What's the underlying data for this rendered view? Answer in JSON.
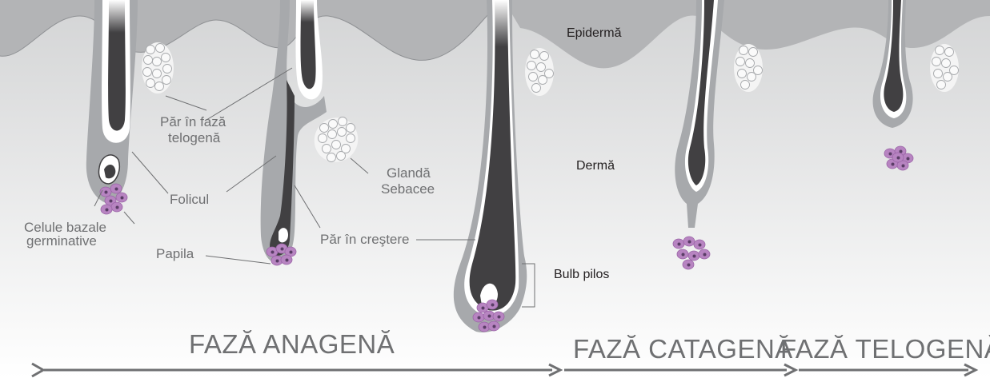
{
  "labels": {
    "epiderma": "Epidermă",
    "derma": "Dermă",
    "par_telogena_line1": "Păr în fază",
    "par_telogena_line2": "telogenă",
    "glanda_line1": "Glandă",
    "glanda_line2": "Sebacee",
    "folicul": "Folicul",
    "celule_line1": "Celule bazale",
    "celule_line2": "germinative",
    "papila": "Papila",
    "par_crestere": "Păr în creştere",
    "bulb_pilos": "Bulb pilos"
  },
  "phases": {
    "anagena": "FAZĂ ANAGENĂ",
    "catagena": "FAZĂ CATAGENĂ",
    "telogena": "FAZĂ TELOGENĂ"
  },
  "colors": {
    "epidermis": "#b3b4b6",
    "dermis_top": "#d9dadb",
    "follicle_sheath": "#a7a9ac",
    "hair_dark": "#414042",
    "papilla": "#b784c1",
    "papilla_nucleus": "#5a3d66",
    "gland": "#f4f4f4",
    "text": "#6f7072",
    "arrow": "#6f7072"
  }
}
